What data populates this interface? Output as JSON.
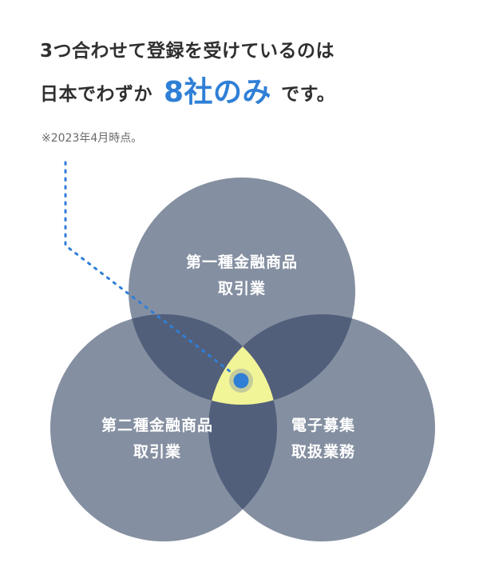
{
  "headline": {
    "line1": "3つ合わせて登録を受けているのは",
    "line2_prefix": "日本でわずか",
    "highlight": "8社のみ",
    "line2_suffix": "です。"
  },
  "note": "※2023年4月時点。",
  "diagram": {
    "circles": [
      {
        "id": "top",
        "line1": "第一種金融商品",
        "line2": "取引業"
      },
      {
        "id": "left",
        "line1": "第二種金融商品",
        "line2": "取引業"
      },
      {
        "id": "right",
        "line1": "電子募集",
        "line2": "取扱業務"
      }
    ],
    "colors": {
      "circle": "#848fa1",
      "overlap": "#525f7b",
      "center": "#f2f597",
      "marker": "#2f7fd6",
      "marker_halo": "#c4cc9c",
      "highlight_bg": "#fbf7a9",
      "highlight_text": "#2f7fd6"
    }
  }
}
